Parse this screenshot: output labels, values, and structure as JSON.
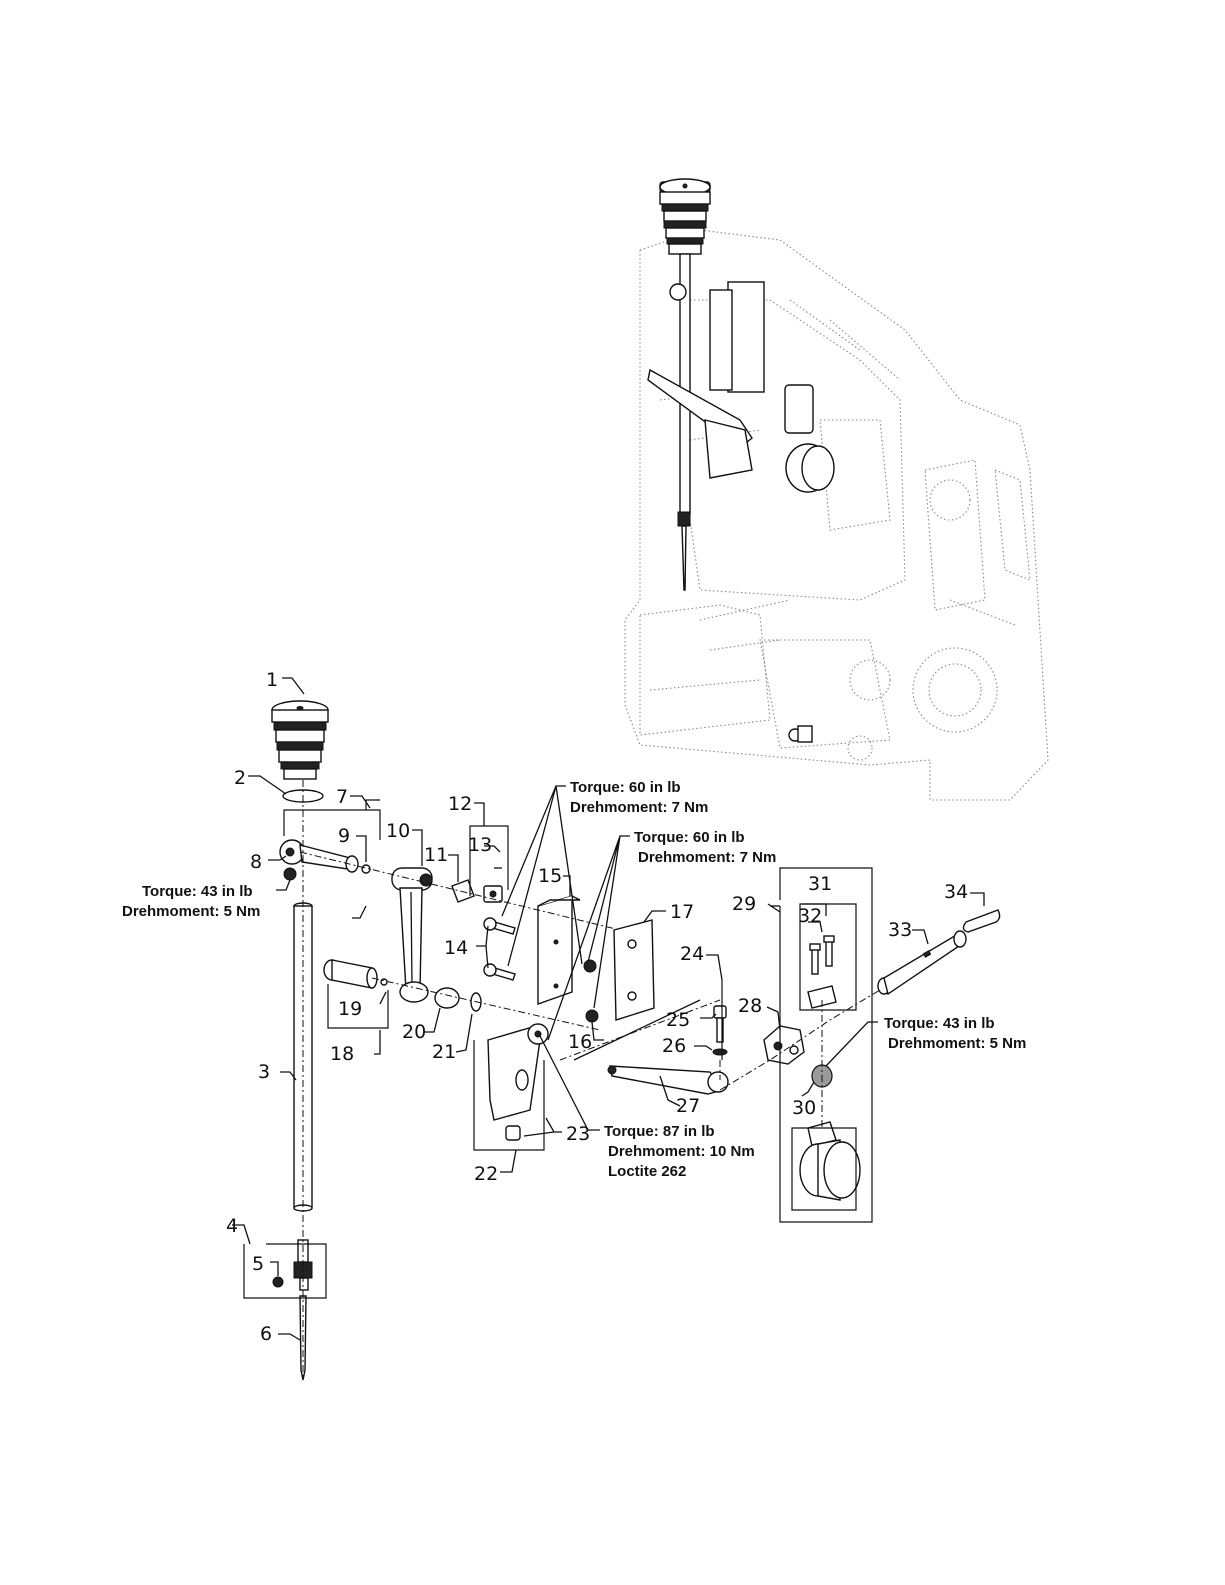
{
  "callouts": {
    "c1": "1",
    "c2": "2",
    "c3": "3",
    "c4": "4",
    "c5": "5",
    "c6": "6",
    "c7": "7",
    "c8": "8",
    "c9": "9",
    "c10": "10",
    "c11": "11",
    "c12": "12",
    "c13": "13",
    "c14": "14",
    "c15": "15",
    "c16": "16",
    "c17": "17",
    "c18": "18",
    "c19": "19",
    "c20": "20",
    "c21": "21",
    "c22": "22",
    "c23": "23",
    "c24": "24",
    "c25": "25",
    "c26": "26",
    "c27": "27",
    "c28": "28",
    "c29": "29",
    "c30": "30",
    "c31": "31",
    "c32": "32",
    "c33": "33",
    "c34": "34"
  },
  "notes": {
    "torque_60_a_en": "Torque: 60 in lb",
    "torque_60_a_de": "Drehmoment: 7 Nm",
    "torque_60_b_en": "Torque: 60 in lb",
    "torque_60_b_de": "Drehmoment: 7 Nm",
    "torque_43_left_en": "Torque: 43 in lb",
    "torque_43_left_de": "Drehmoment: 5 Nm",
    "torque_43_right_en": "Torque: 43 in lb",
    "torque_43_right_de": "Drehmoment: 5 Nm",
    "torque_87_en": "Torque: 87 in lb",
    "torque_87_de": "Drehmoment: 10 Nm",
    "loctite": "Loctite 262"
  }
}
